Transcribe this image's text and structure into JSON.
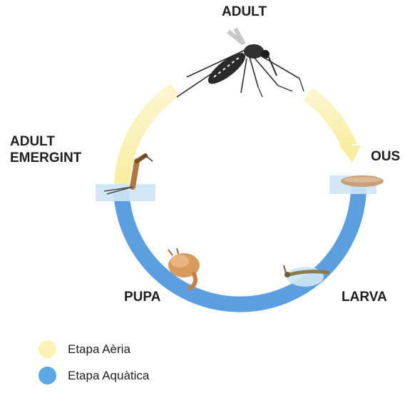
{
  "stages": {
    "adult": "ADULT",
    "eggs": "OUS",
    "larva": "LARVA",
    "pupa": "PUPA",
    "emerging_line1": "ADULT",
    "emerging_line2": "EMERGINT"
  },
  "legend": [
    {
      "label": "Etapa Aèria",
      "color": "#fbf3b4"
    },
    {
      "label": "Etapa Aquàtica",
      "color": "#5aa9e6"
    }
  ],
  "colors": {
    "aerial": "#f9f1ac",
    "aquatic": "#5b9fe0",
    "water": "#cde6f6"
  }
}
